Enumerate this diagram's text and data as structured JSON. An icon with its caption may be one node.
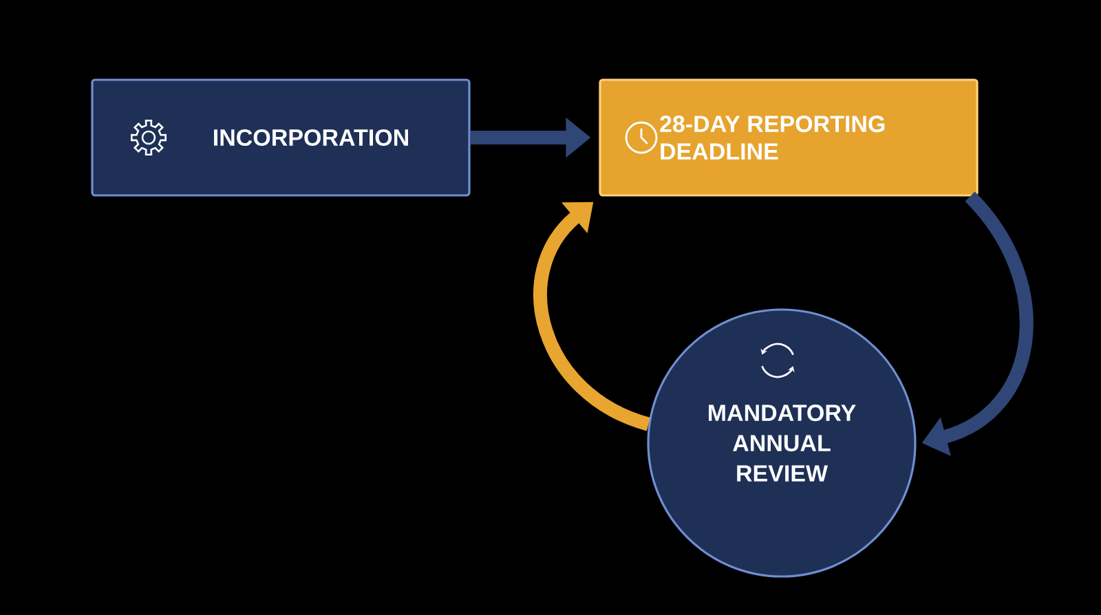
{
  "diagram": {
    "nodes": [
      {
        "text": [
          "INCORPORATION"
        ]
      },
      {
        "text": [
          "28-DAY REPORTING DEADLINE"
        ]
      },
      {
        "text": [
          "MANDATORY ANNUAL REVIEW"
        ]
      }
    ],
    "edges": [
      {
        "from": 0,
        "to": 1,
        "arrow": "to"
      },
      {
        "from": 1,
        "to": 2,
        "arrow": "to"
      },
      {
        "from": 2,
        "to": 1,
        "arrow": "to",
        "color": "#e8a530"
      }
    ]
  }
}
